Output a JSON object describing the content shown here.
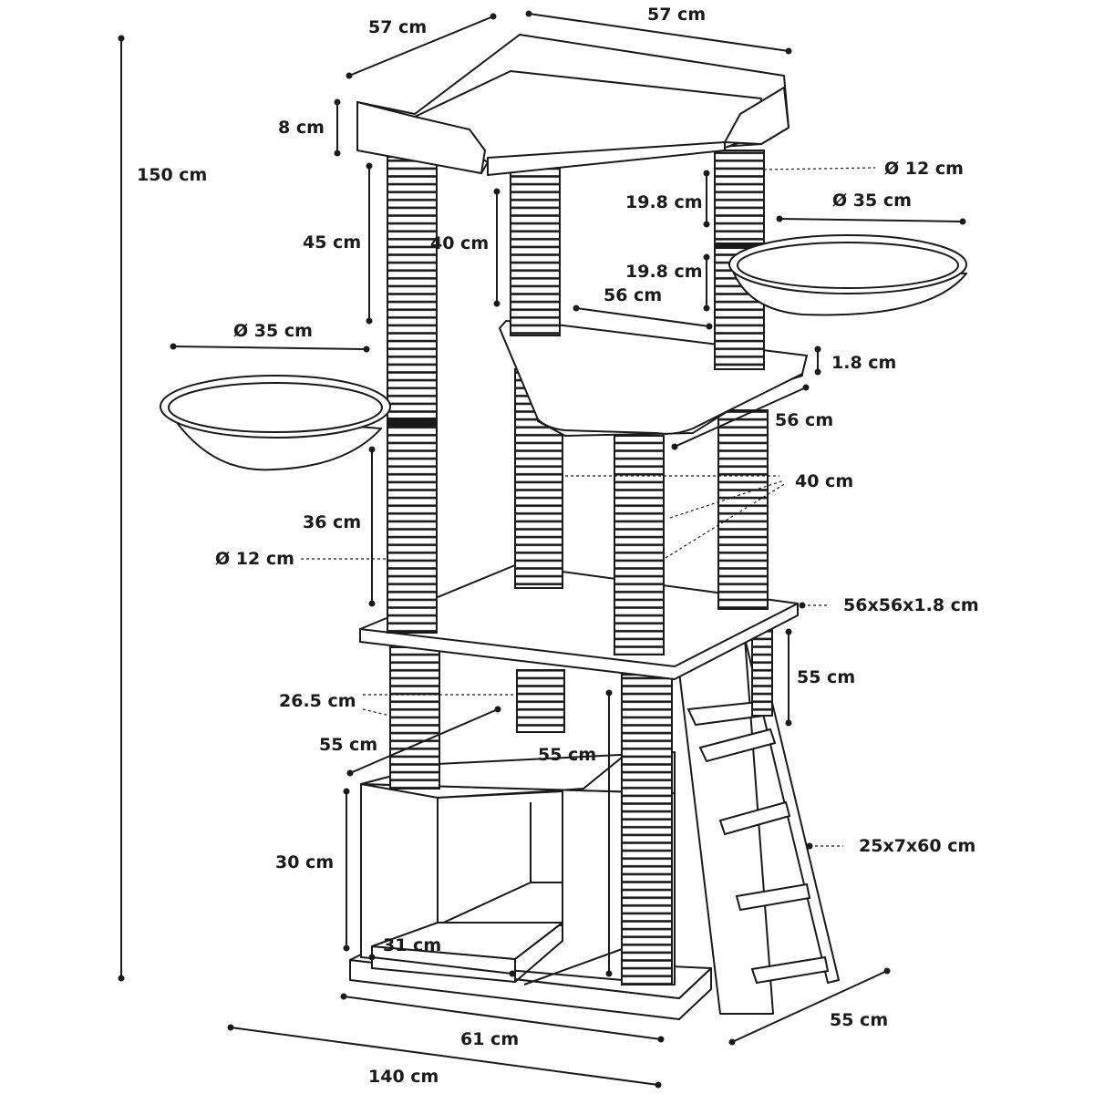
{
  "labels": {
    "width_top_left": "57 cm",
    "width_top_right": "57 cm",
    "total_height": "150 cm",
    "top_bed_height": "8 cm",
    "post_left_upper": "45 cm",
    "post_center_upper": "40 cm",
    "post_diameter_right": "Ø 12 cm",
    "post_segment_upper": "19.8 cm",
    "post_segment_lower": "19.8 cm",
    "bowl_right_diameter": "Ø 35 cm",
    "platform_mid_depth": "56 cm",
    "bowl_left_diameter": "Ø 35 cm",
    "platform_thickness": "1.8 cm",
    "platform_mid_width": "56 cm",
    "posts_lower_height": "40 cm",
    "post_left_mid": "36 cm",
    "post_diameter_left": "Ø 12 cm",
    "base_platform_size": "56x56x1.8 cm",
    "platform_posts_height": "55 cm",
    "short_post_height": "26.5 cm",
    "cave_depth": "55 cm",
    "cave_width": "55 cm",
    "cave_height": "30 cm",
    "ladder_size": "25x7x60 cm",
    "step_width": "31 cm",
    "base_side": "55 cm",
    "base_front": "61 cm",
    "total_width": "140 cm"
  }
}
